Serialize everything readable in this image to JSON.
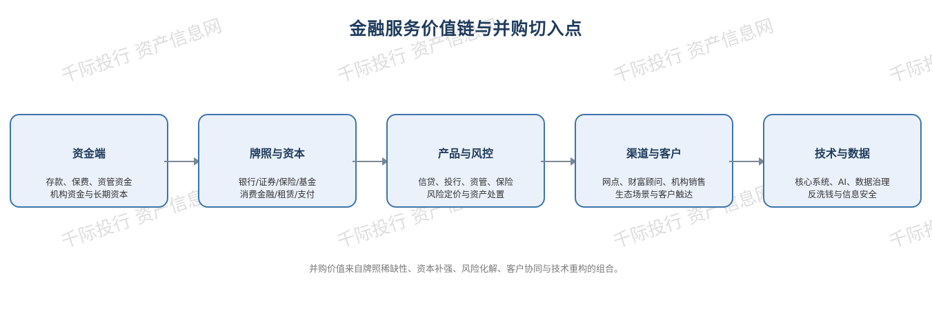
{
  "title": "金融服务价值链与并购切入点",
  "stages": [
    {
      "title": "资金端",
      "line1": "存款、保费、资管资金",
      "line2": "机构资金与长期资本"
    },
    {
      "title": "牌照与资本",
      "line1": "银行/证券/保险/基金",
      "line2": "消费金融/租赁/支付"
    },
    {
      "title": "产品与风控",
      "line1": "信贷、投行、资管、保险",
      "line2": "风险定价与资产处置"
    },
    {
      "title": "渠道与客户",
      "line1": "网点、财富顾问、机构销售",
      "line2": "生态场景与客户触达"
    },
    {
      "title": "技术与数据",
      "line1": "核心系统、AI、数据治理",
      "line2": "反洗钱与信息安全"
    }
  ],
  "footnote": "并购价值来自牌照稀缺性、资本补强、风险化解、客户协同与技术重构的组合。",
  "watermark": "千际投行 资产信息网",
  "colors": {
    "title": "#1f3b5c",
    "box_border": "#3c74aa",
    "box_fill": "#eaf1fa",
    "arrow": "#7b8794",
    "footnote": "#7a7a7a"
  }
}
